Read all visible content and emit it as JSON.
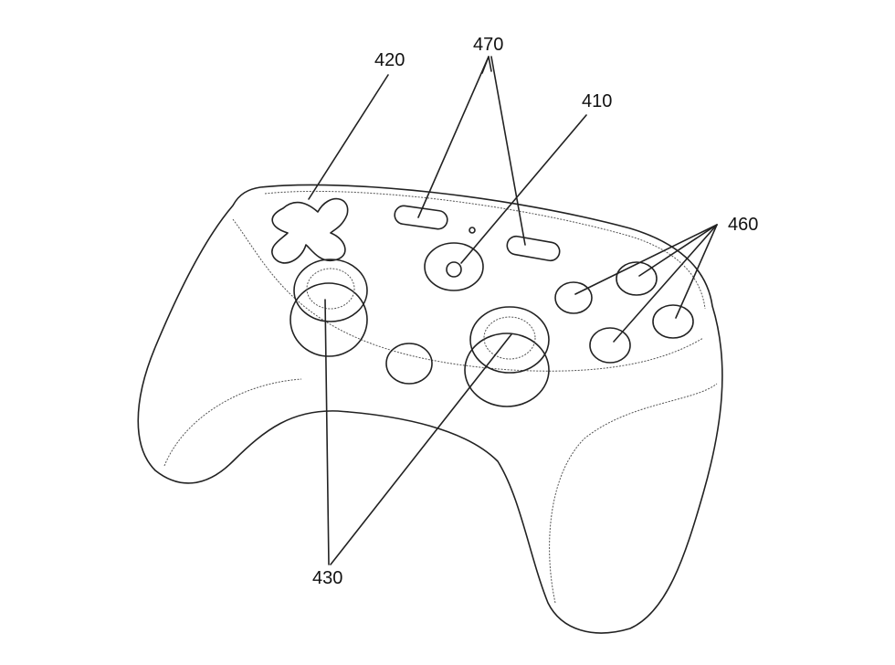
{
  "figure": {
    "subject": "game-controller",
    "labels": {
      "dpad": "420",
      "menu_buttons": "470",
      "home_button": "410",
      "action_buttons": "460",
      "thumbsticks": "430"
    },
    "colors": {
      "line": "#222222",
      "background": "#ffffff"
    }
  }
}
